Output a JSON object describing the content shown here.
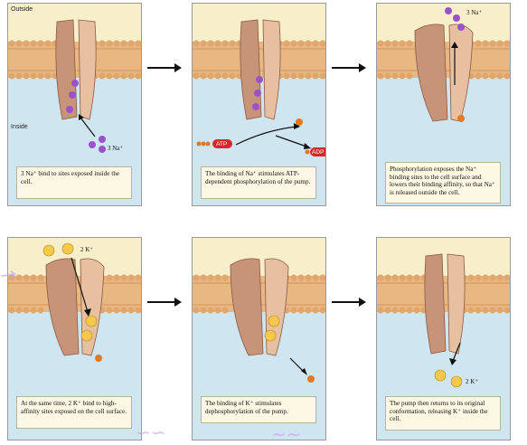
{
  "labels": {
    "outside": "Outside",
    "inside": "Inside"
  },
  "panels": [
    {
      "id": "p1",
      "ion_label": "3 Na⁺",
      "caption": "3 Na⁺ bind to sites exposed inside the cell."
    },
    {
      "id": "p2",
      "atp": "ATP",
      "adp": "ADP",
      "caption": "The binding of Na⁺ stimulates ATP-dependent phosphorylation of the pump."
    },
    {
      "id": "p3",
      "ion_label": "3 Na⁺",
      "caption": "Phosphorylation exposes the Na⁺ binding sites to the cell surface and lowers their binding affinity, so that Na⁺ is released outside the cell."
    },
    {
      "id": "p4",
      "ion_label": "2 K⁺",
      "caption": "At the same time, 2 K⁺ bind to high-affinity sites exposed on the cell surface."
    },
    {
      "id": "p5",
      "caption": "The binding of K⁺ stimulates dephosphorylation of the pump."
    },
    {
      "id": "p6",
      "ion_label": "2 K⁺",
      "caption": "The pump then returns to its original conformation, releasing K⁺ inside the cell."
    }
  ],
  "colors": {
    "outside": "#f6efc9",
    "inside": "#cfe6f1",
    "membrane": "#e1a66b",
    "protein": "#c89478",
    "protein_light": "#e7bfa1",
    "sodium": "#9b52c9",
    "potassium": "#f4c84a",
    "phosphate": "#e07a24",
    "atp": "#d7272c"
  }
}
